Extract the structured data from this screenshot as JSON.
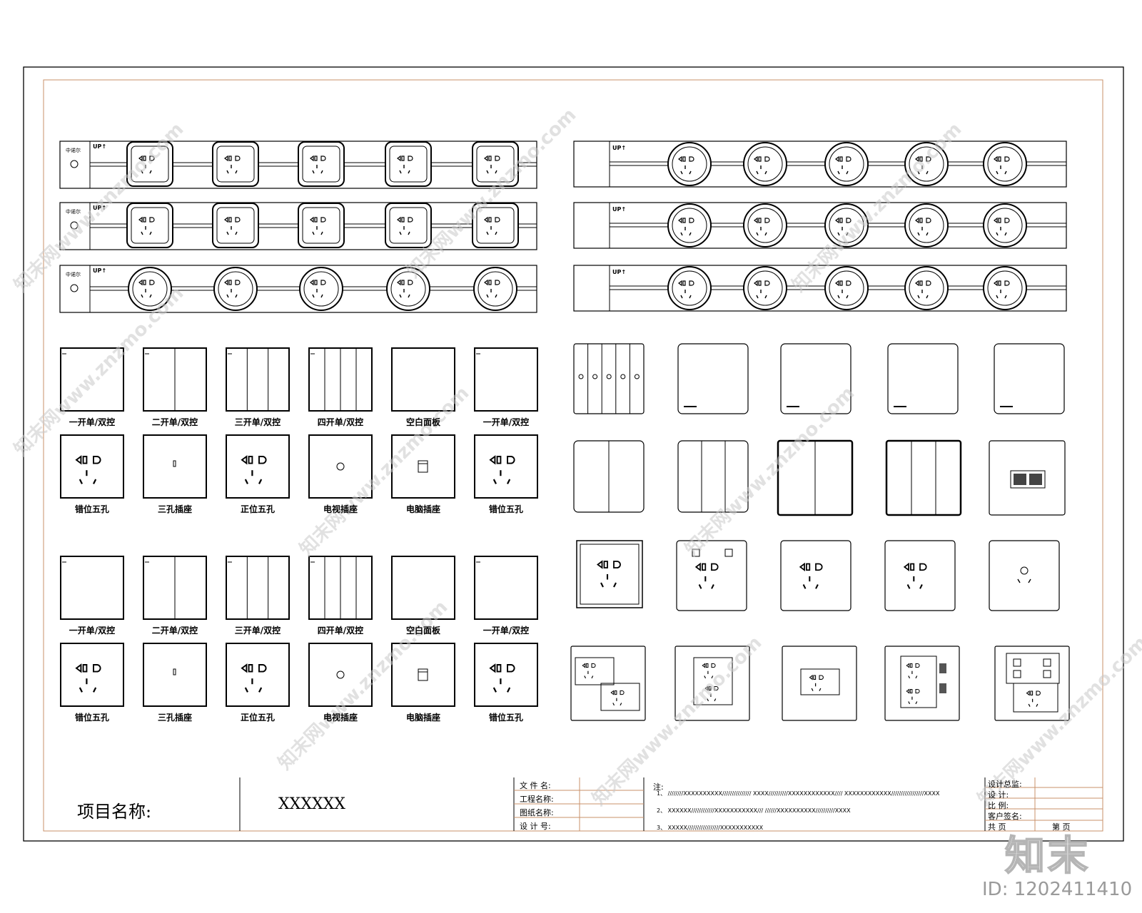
{
  "brand_small": "UP↑",
  "brand_mark": "中诺尔",
  "row_labels_a": [
    "一开单/双控",
    "二开单/双控",
    "三开单/双控",
    "四开单/双控",
    "空白面板",
    "一开单/双控"
  ],
  "row_labels_b": [
    "错位五孔",
    "三孔插座",
    "正位五孔",
    "电视插座",
    "电脑插座",
    "错位五孔"
  ],
  "titleblock": {
    "project_label": "项目名称:",
    "project_value": "XXXXXX",
    "file_name": "文 件 名:",
    "project_name": "工程名称:",
    "drawing_name": "图纸名称:",
    "design_no": "设 计 号:",
    "notes_label": "注:",
    "note1": "1、 ////////XXXXXXXXXX/////////////// XXXX//////////XXXXXXXXXXXX//// XXXXXXXXXXXX/////////////////XXXX",
    "note2": "2、 XXXXXX////////////XXXXXXXXXXX/// //////XXXXXXXXXX//////////XXXX",
    "note3": "3、 XXXXX/////////////////XXXXXXXXXXX",
    "chief": "设计总监:",
    "design": "设  计:",
    "ratio": "比  例:",
    "client_sign": "客户签名:",
    "total": "共  页",
    "page": "第  页"
  },
  "watermark": "知末网www.znzmo.com",
  "logo": "知末",
  "id_text": "ID: 1202411410"
}
